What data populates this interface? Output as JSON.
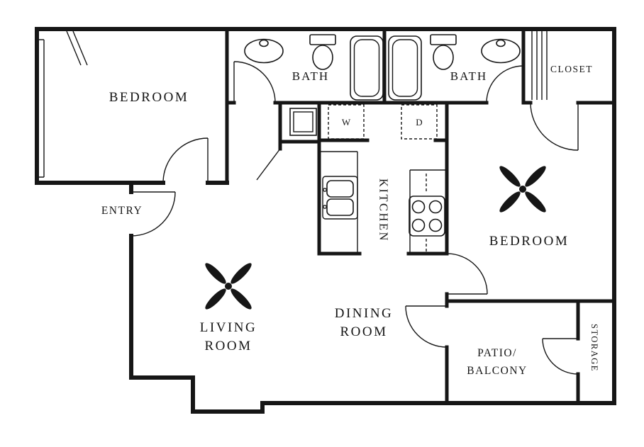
{
  "floorplan": {
    "rooms": {
      "bedroom_left": {
        "label": "BEDROOM"
      },
      "bath_left": {
        "label": "BATH"
      },
      "bath_right": {
        "label": "BATH"
      },
      "closet": {
        "label": "CLOSET"
      },
      "washer": {
        "label": "W"
      },
      "dryer": {
        "label": "D"
      },
      "kitchen": {
        "label": "KITCHEN"
      },
      "bedroom_right": {
        "label": "BEDROOM"
      },
      "entry": {
        "label": "ENTRY"
      },
      "living_room": {
        "line1": "LIVING",
        "line2": "ROOM"
      },
      "dining_room": {
        "line1": "DINING",
        "line2": "ROOM"
      },
      "patio": {
        "line1": "PATIO/",
        "line2": "BALCONY"
      },
      "storage": {
        "label": "STORAGE"
      }
    },
    "colors": {
      "wall": "#161616",
      "background": "#ffffff"
    }
  }
}
